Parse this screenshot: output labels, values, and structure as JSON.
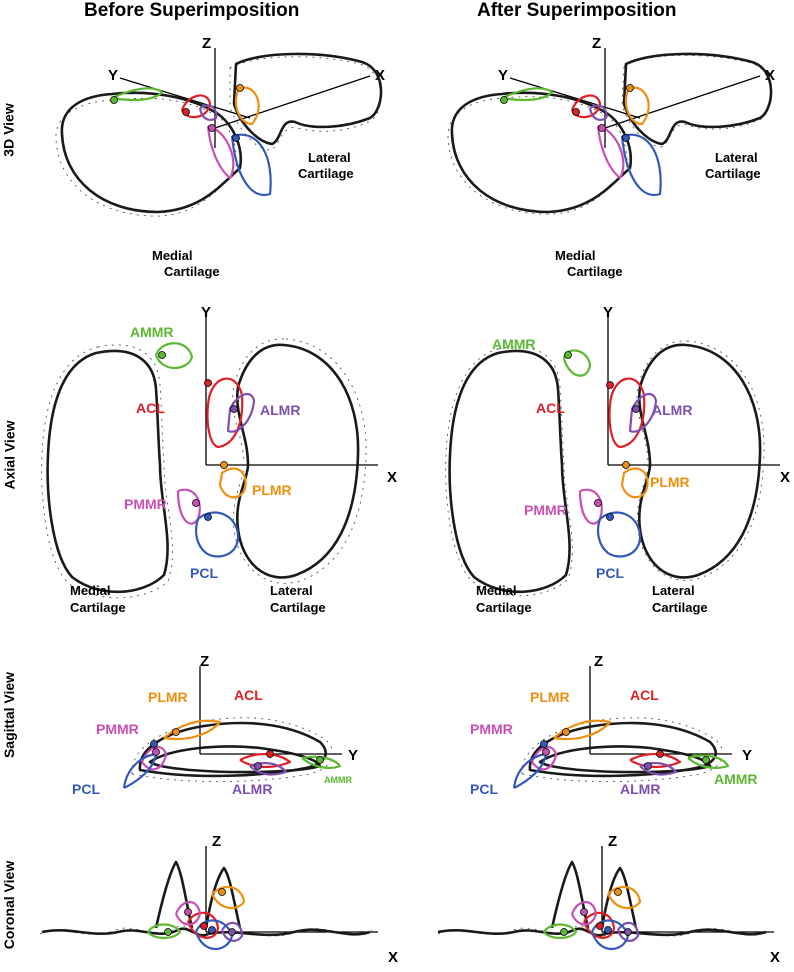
{
  "columns": {
    "before": "Before Superimposition",
    "after": "After Superimposition"
  },
  "rows": {
    "view3d": "3D View",
    "axial": "Axial View",
    "sagittal": "Sagittal View",
    "coronal": "Coronal View"
  },
  "axes": {
    "x": "X",
    "y": "Y",
    "z": "Z"
  },
  "cartilage": {
    "medial_l1": "Medial",
    "medial_l2": "Cartilage",
    "lateral_l1": "Lateral",
    "lateral_l2": "Cartilage"
  },
  "structures": {
    "ammr": "AMMR",
    "acl": "ACL",
    "almr": "ALMR",
    "plmr": "PLMR",
    "pmmr": "PMMR",
    "pcl": "PCL"
  },
  "colors": {
    "ammr": "#5cb832",
    "acl": "#e01e26",
    "almr": "#7f4fb0",
    "plmr": "#ef8f10",
    "pmmr": "#c84fb4",
    "pcl": "#3358b8",
    "cartilage": "#1a1a1a"
  }
}
